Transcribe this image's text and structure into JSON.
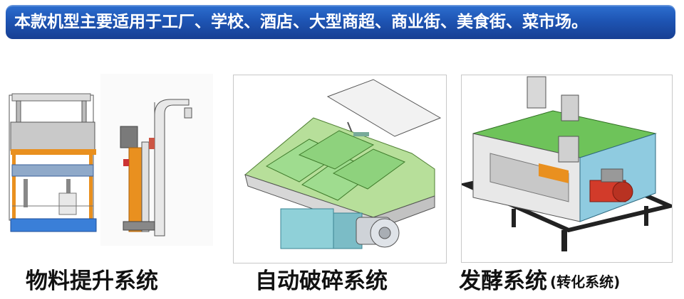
{
  "banner": {
    "text": "本款机型主要适用于工厂、学校、酒店、大型商超、商业街、美食街、菜市场。",
    "bg_color": "#1e55b4",
    "text_color": "#ffffff"
  },
  "panels": [
    {
      "caption": "物料提升系统"
    },
    {
      "caption": "自动破碎系统"
    },
    {
      "caption": "发酵系统",
      "caption_sub": "(转化系统)"
    }
  ],
  "colors": {
    "orange": "#e9901f",
    "blue": "#3a7fd8",
    "green": "#6ec35a",
    "teal": "#8fd0d8",
    "gray": "#b8b8b8",
    "red": "#d23b2a"
  }
}
